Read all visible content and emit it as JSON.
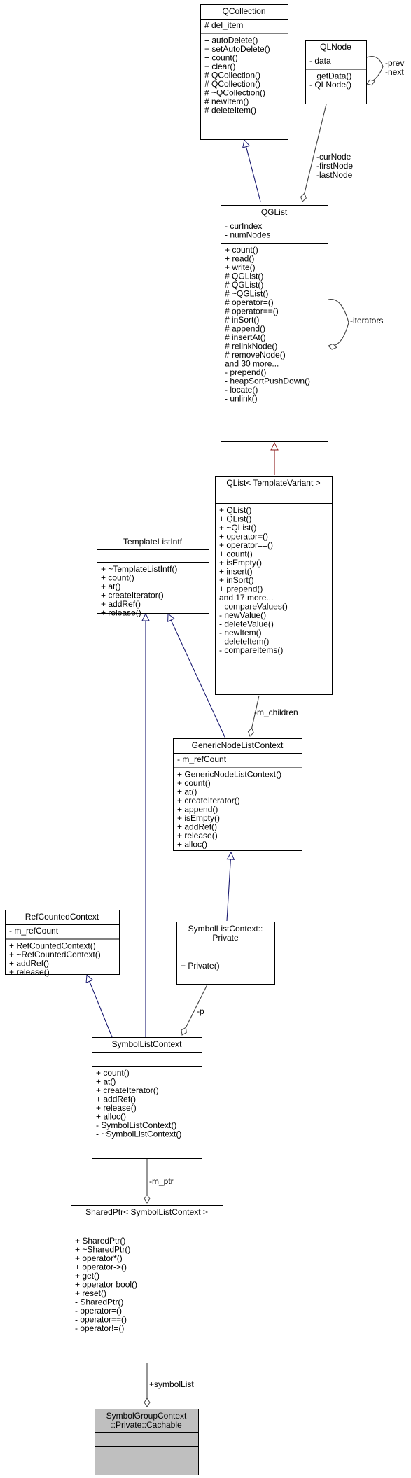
{
  "diagram": {
    "colors": {
      "inheritance_edge": "#191970",
      "template_inheritance_edge": "#8b1a1a",
      "usage_edge": "#404040",
      "node_border": "#000000",
      "highlight_fill": "#bfbfbf"
    },
    "nodes": [
      {
        "id": "qcollection",
        "title": [
          "QCollection"
        ],
        "sections": [
          [
            "# del_item"
          ],
          [
            "+ autoDelete()",
            "+ setAutoDelete()",
            "+ count()",
            "+ clear()",
            "# QCollection()",
            "# QCollection()",
            "# ~QCollection()",
            "# newItem()",
            "# deleteItem()"
          ]
        ]
      },
      {
        "id": "qlnode",
        "title": [
          "QLNode"
        ],
        "sections": [
          [
            "- data"
          ],
          [
            "+ getData()",
            "- QLNode()"
          ]
        ]
      },
      {
        "id": "qglist",
        "title": [
          "QGList"
        ],
        "sections": [
          [
            "- curIndex",
            "- numNodes"
          ],
          [
            "+ count()",
            "+ read()",
            "+ write()",
            "# QGList()",
            "# QGList()",
            "# ~QGList()",
            "# operator=()",
            "# operator==()",
            "# inSort()",
            "# append()",
            "# insertAt()",
            "# relinkNode()",
            "# removeNode()",
            "and 30 more...",
            "- prepend()",
            "- heapSortPushDown()",
            "- locate()",
            "- unlink()"
          ]
        ]
      },
      {
        "id": "qlist_tv",
        "title": [
          "QList< TemplateVariant >"
        ],
        "sections": [
          [],
          [
            "+ QList()",
            "+ QList()",
            "+ ~QList()",
            "+ operator=()",
            "+ operator==()",
            "+ count()",
            "+ isEmpty()",
            "+ insert()",
            "+ inSort()",
            "+ prepend()",
            "and 17 more...",
            "- compareValues()",
            "- newValue()",
            "- deleteValue()",
            "- newItem()",
            "- deleteItem()",
            "- compareItems()"
          ]
        ]
      },
      {
        "id": "templatelistintf",
        "title": [
          "TemplateListIntf"
        ],
        "sections": [
          [],
          [
            "+ ~TemplateListIntf()",
            "+ count()",
            "+ at()",
            "+ createIterator()",
            "+ addRef()",
            "+ release()"
          ]
        ]
      },
      {
        "id": "genericnodelistcontext",
        "title": [
          "GenericNodeListContext"
        ],
        "sections": [
          [
            "- m_refCount"
          ],
          [
            "+ GenericNodeListContext()",
            "+ count()",
            "+ at()",
            "+ createIterator()",
            "+ append()",
            "+ isEmpty()",
            "+ addRef()",
            "+ release()",
            "+ alloc()"
          ]
        ]
      },
      {
        "id": "refcountedcontext",
        "title": [
          "RefCountedContext"
        ],
        "sections": [
          [
            "- m_refCount"
          ],
          [
            "+ RefCountedContext()",
            "+ ~RefCountedContext()",
            "+ addRef()",
            "+ release()"
          ]
        ]
      },
      {
        "id": "slc_private",
        "title": [
          "SymbolListContext::",
          "Private"
        ],
        "sections": [
          [],
          [
            "+ Private()"
          ]
        ]
      },
      {
        "id": "symbollistcontext",
        "title": [
          "SymbolListContext"
        ],
        "sections": [
          [],
          [
            "+ count()",
            "+ at()",
            "+ createIterator()",
            "+ addRef()",
            "+ release()",
            "+ alloc()",
            "- SymbolListContext()",
            "- ~SymbolListContext()"
          ]
        ]
      },
      {
        "id": "sharedptr",
        "title": [
          "SharedPtr< SymbolListContext >"
        ],
        "sections": [
          [],
          [
            "+ SharedPtr()",
            "+ ~SharedPtr()",
            "+ operator*()",
            "+ operator->()",
            "+ get()",
            "+ operator bool()",
            "+ reset()",
            "- SharedPtr()",
            "- operator=()",
            "- operator==()",
            "- operator!=()"
          ]
        ]
      },
      {
        "id": "cachable",
        "title": [
          "SymbolGroupContext",
          "::Private::Cachable"
        ],
        "highlight": true,
        "sections": [
          [],
          []
        ]
      }
    ],
    "edges": [
      {
        "id": "qcollection-qglist",
        "kind": "inheritance"
      },
      {
        "id": "qlnode-qglist",
        "kind": "usage",
        "label": [
          "-curNode",
          "-firstNode",
          "-lastNode"
        ]
      },
      {
        "id": "qlnode-self",
        "kind": "usage",
        "label": [
          "-prev",
          "-next"
        ]
      },
      {
        "id": "qglist-self",
        "kind": "usage",
        "label": [
          "-iterators"
        ]
      },
      {
        "id": "qglist-qlist",
        "kind": "template_inheritance"
      },
      {
        "id": "qlist-gnlc",
        "kind": "usage",
        "label": [
          "-m_children"
        ]
      },
      {
        "id": "tli-gnlc",
        "kind": "inheritance"
      },
      {
        "id": "tli-slc",
        "kind": "inheritance"
      },
      {
        "id": "gnlc-private",
        "kind": "inheritance"
      },
      {
        "id": "rcc-slc",
        "kind": "inheritance"
      },
      {
        "id": "private-slc",
        "kind": "usage",
        "label": [
          "-p"
        ]
      },
      {
        "id": "slc-sharedptr",
        "kind": "usage",
        "label": [
          "-m_ptr"
        ]
      },
      {
        "id": "sharedptr-cachable",
        "kind": "usage",
        "label": [
          "+symbolList"
        ]
      }
    ]
  }
}
